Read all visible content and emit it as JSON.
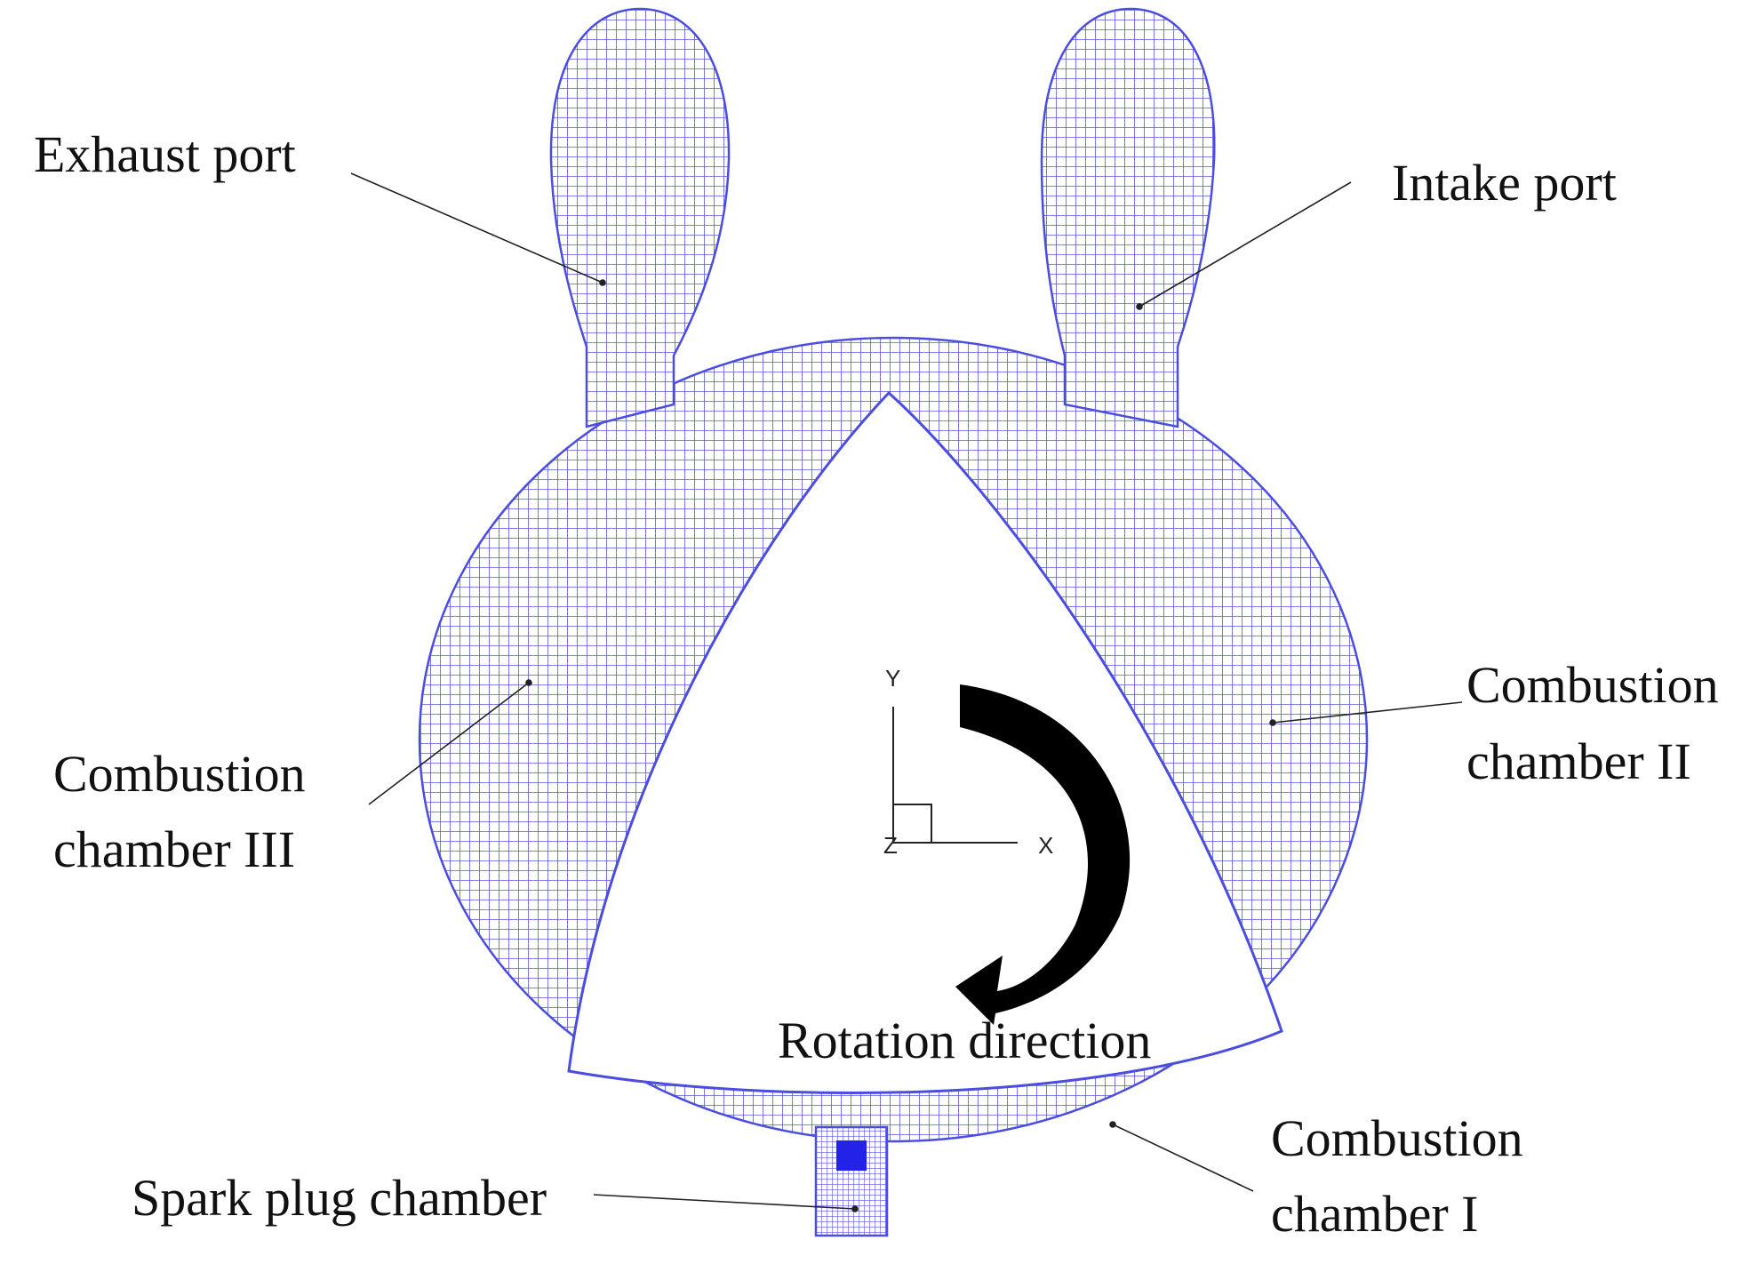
{
  "colors": {
    "mesh": "#4a4de0",
    "mesh_fill": "#e8e9fb",
    "dense_block": "#2323e8",
    "arrow": "#000000",
    "leader": "#222222",
    "background": "#ffffff"
  },
  "labels": {
    "exhaust_port": "Exhaust port",
    "intake_port": "Intake port",
    "chamber_three_line1": "Combustion",
    "chamber_three_line2": "chamber III",
    "chamber_two_line1": "Combustion",
    "chamber_two_line2": "chamber II",
    "chamber_one_line1": "Combustion",
    "chamber_one_line2": "chamber I",
    "spark_plug_chamber": "Spark plug chamber",
    "rotation_direction": "Rotation direction"
  },
  "axes": {
    "y": "Y",
    "x": "X",
    "z": "Z"
  },
  "icons": {
    "rotation_arrow": "curved-arrow-icon"
  }
}
